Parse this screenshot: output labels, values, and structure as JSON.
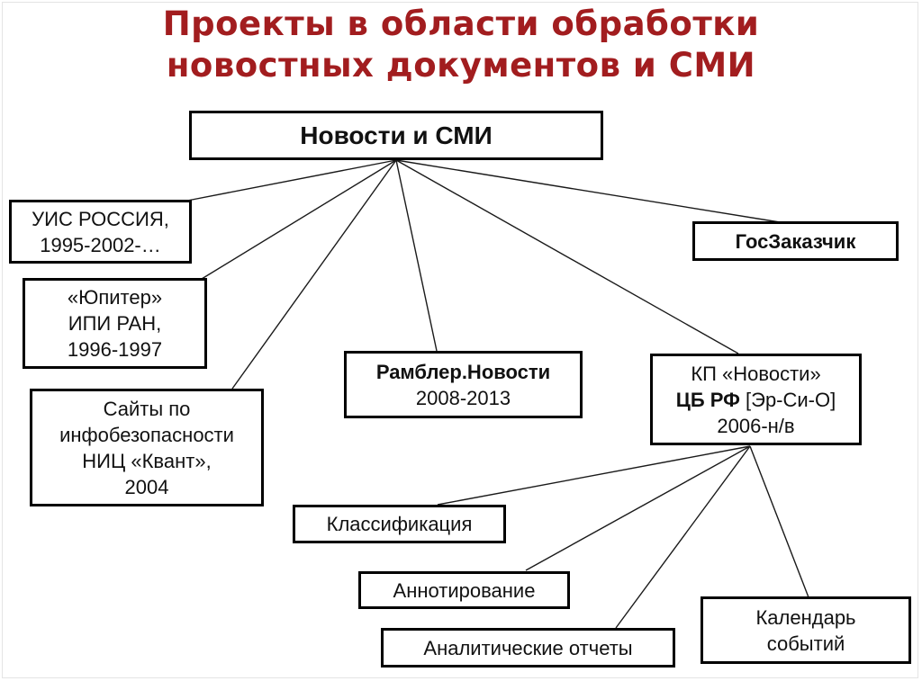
{
  "slide": {
    "title_line1": "Проекты в области обработки",
    "title_line2": "новостных документов и СМИ",
    "title_color": "#A21D1F"
  },
  "diagram": {
    "root": "Новости и СМИ",
    "uis": {
      "line1": "УИС РОССИЯ,",
      "line2": "1995-2002-…"
    },
    "jupiter": {
      "line1": "«Юпитер»",
      "line2": "ИПИ РАН,",
      "line3": "1996-1997"
    },
    "sites": {
      "line1": "Сайты по",
      "line2": "инфобезопасности",
      "line3": "НИЦ «Квант»,",
      "line4": "2004"
    },
    "rambler": {
      "line1": "Рамблер.Новости",
      "line2": "2008-2013"
    },
    "kp": {
      "line1": "КП «Новости»",
      "line2_bold": "ЦБ РФ",
      "line2_rest": " [Эр-Си-О]",
      "line3": "2006-н/в"
    },
    "customer": {
      "label": "ГосЗаказчик"
    },
    "classification": {
      "label": "Классификация"
    },
    "annotation": {
      "label": "Аннотирование"
    },
    "reports": {
      "label": "Аналитические отчеты"
    },
    "calendar": {
      "line1": "Календарь",
      "line2": "событий"
    }
  }
}
